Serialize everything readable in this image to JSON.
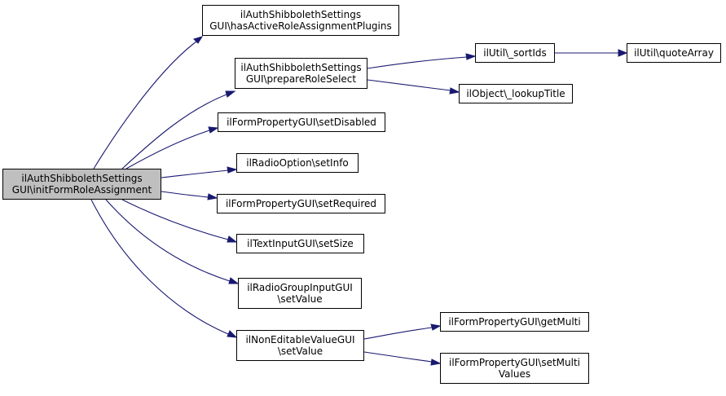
{
  "graph": {
    "edge_color": "#191970",
    "root_fill": "#bfbfbf",
    "node_fill": "#ffffff",
    "nodes": {
      "root": {
        "line1": "ilAuthShibbolethSettings",
        "line2": "GUI\\initFormRoleAssignment"
      },
      "has_active": {
        "line1": "ilAuthShibbolethSettings",
        "line2": "GUI\\hasActiveRoleAssignmentPlugins"
      },
      "prepare_role": {
        "line1": "ilAuthShibbolethSettings",
        "line2": "GUI\\prepareRoleSelect"
      },
      "sort_ids": {
        "line1": "ilUtil\\_sortIds"
      },
      "quote_array": {
        "line1": "ilUtil\\quoteArray"
      },
      "lookup_title": {
        "line1": "ilObject\\_lookupTitle"
      },
      "set_disabled": {
        "line1": "ilFormPropertyGUI\\setDisabled"
      },
      "set_info": {
        "line1": "ilRadioOption\\setInfo"
      },
      "set_required": {
        "line1": "ilFormPropertyGUI\\setRequired"
      },
      "set_size": {
        "line1": "ilTextInputGUI\\setSize"
      },
      "radio_set_value": {
        "line1": "ilRadioGroupInputGUI",
        "line2": "\\setValue"
      },
      "noneditable_set_value": {
        "line1": "ilNonEditableValueGUI",
        "line2": "\\setValue"
      },
      "get_multi": {
        "line1": "ilFormPropertyGUI\\getMulti"
      },
      "set_multi_values": {
        "line1": "ilFormPropertyGUI\\setMulti",
        "line2": "Values"
      }
    }
  }
}
